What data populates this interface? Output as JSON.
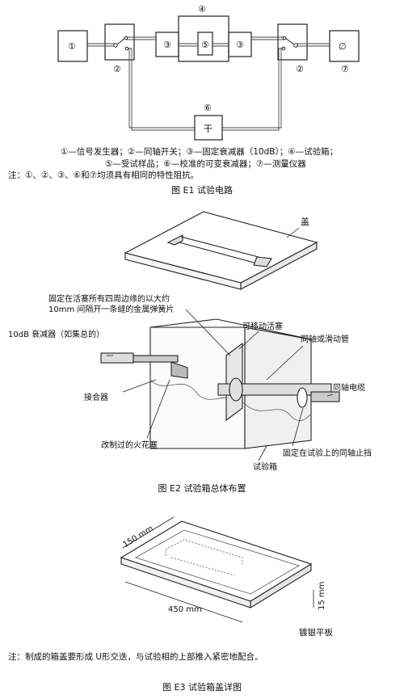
{
  "fig1": {
    "nodes": {
      "n1": "①",
      "n2a": "②",
      "n3a": "③",
      "n4": "④",
      "n5": "⑤",
      "n3b": "③",
      "n2b": "②",
      "n7": "⑦",
      "n6": "⑥",
      "meter": "∅",
      "att": "干"
    },
    "legend_line1": "①—信号发生器；②—同轴开关；③—固定衰减器（10dB）；④—试验箱；",
    "legend_line2": "⑤—受试样品；⑥—校准的可变衰减器；⑦—测量仪器",
    "note": "注：①、②、③、⑥和⑦均须具有相同的特性阻抗。",
    "caption": "图 E1  试验电路"
  },
  "fig2": {
    "lid": "盖",
    "spring_line1": "固定在活塞所有四周边缘的以大约",
    "spring_line2": "10mm 间隔开一条缝的金属弹簧片",
    "attenuator": "10dB 衰减器（如集总的）",
    "piston": "可移动活塞",
    "coax_tube": "同轴或滑动管",
    "coax_cable": "同轴电缆",
    "connector": "接合器",
    "spark_plug": "改制过的火花塞",
    "stop": "固定在试验上的同轴止挡",
    "box": "试验箱",
    "caption": "图 E2  试验箱总体布置"
  },
  "fig3": {
    "dim_width": "150 mm",
    "dim_length": "450 mm",
    "dim_height": "15 mm",
    "plate": "镀银平板",
    "note": "注：制成的箱盖要形成 U形交迭，与试验相的上部推入紧密地配合。",
    "caption": "图 E3  试验箱盖详图"
  }
}
